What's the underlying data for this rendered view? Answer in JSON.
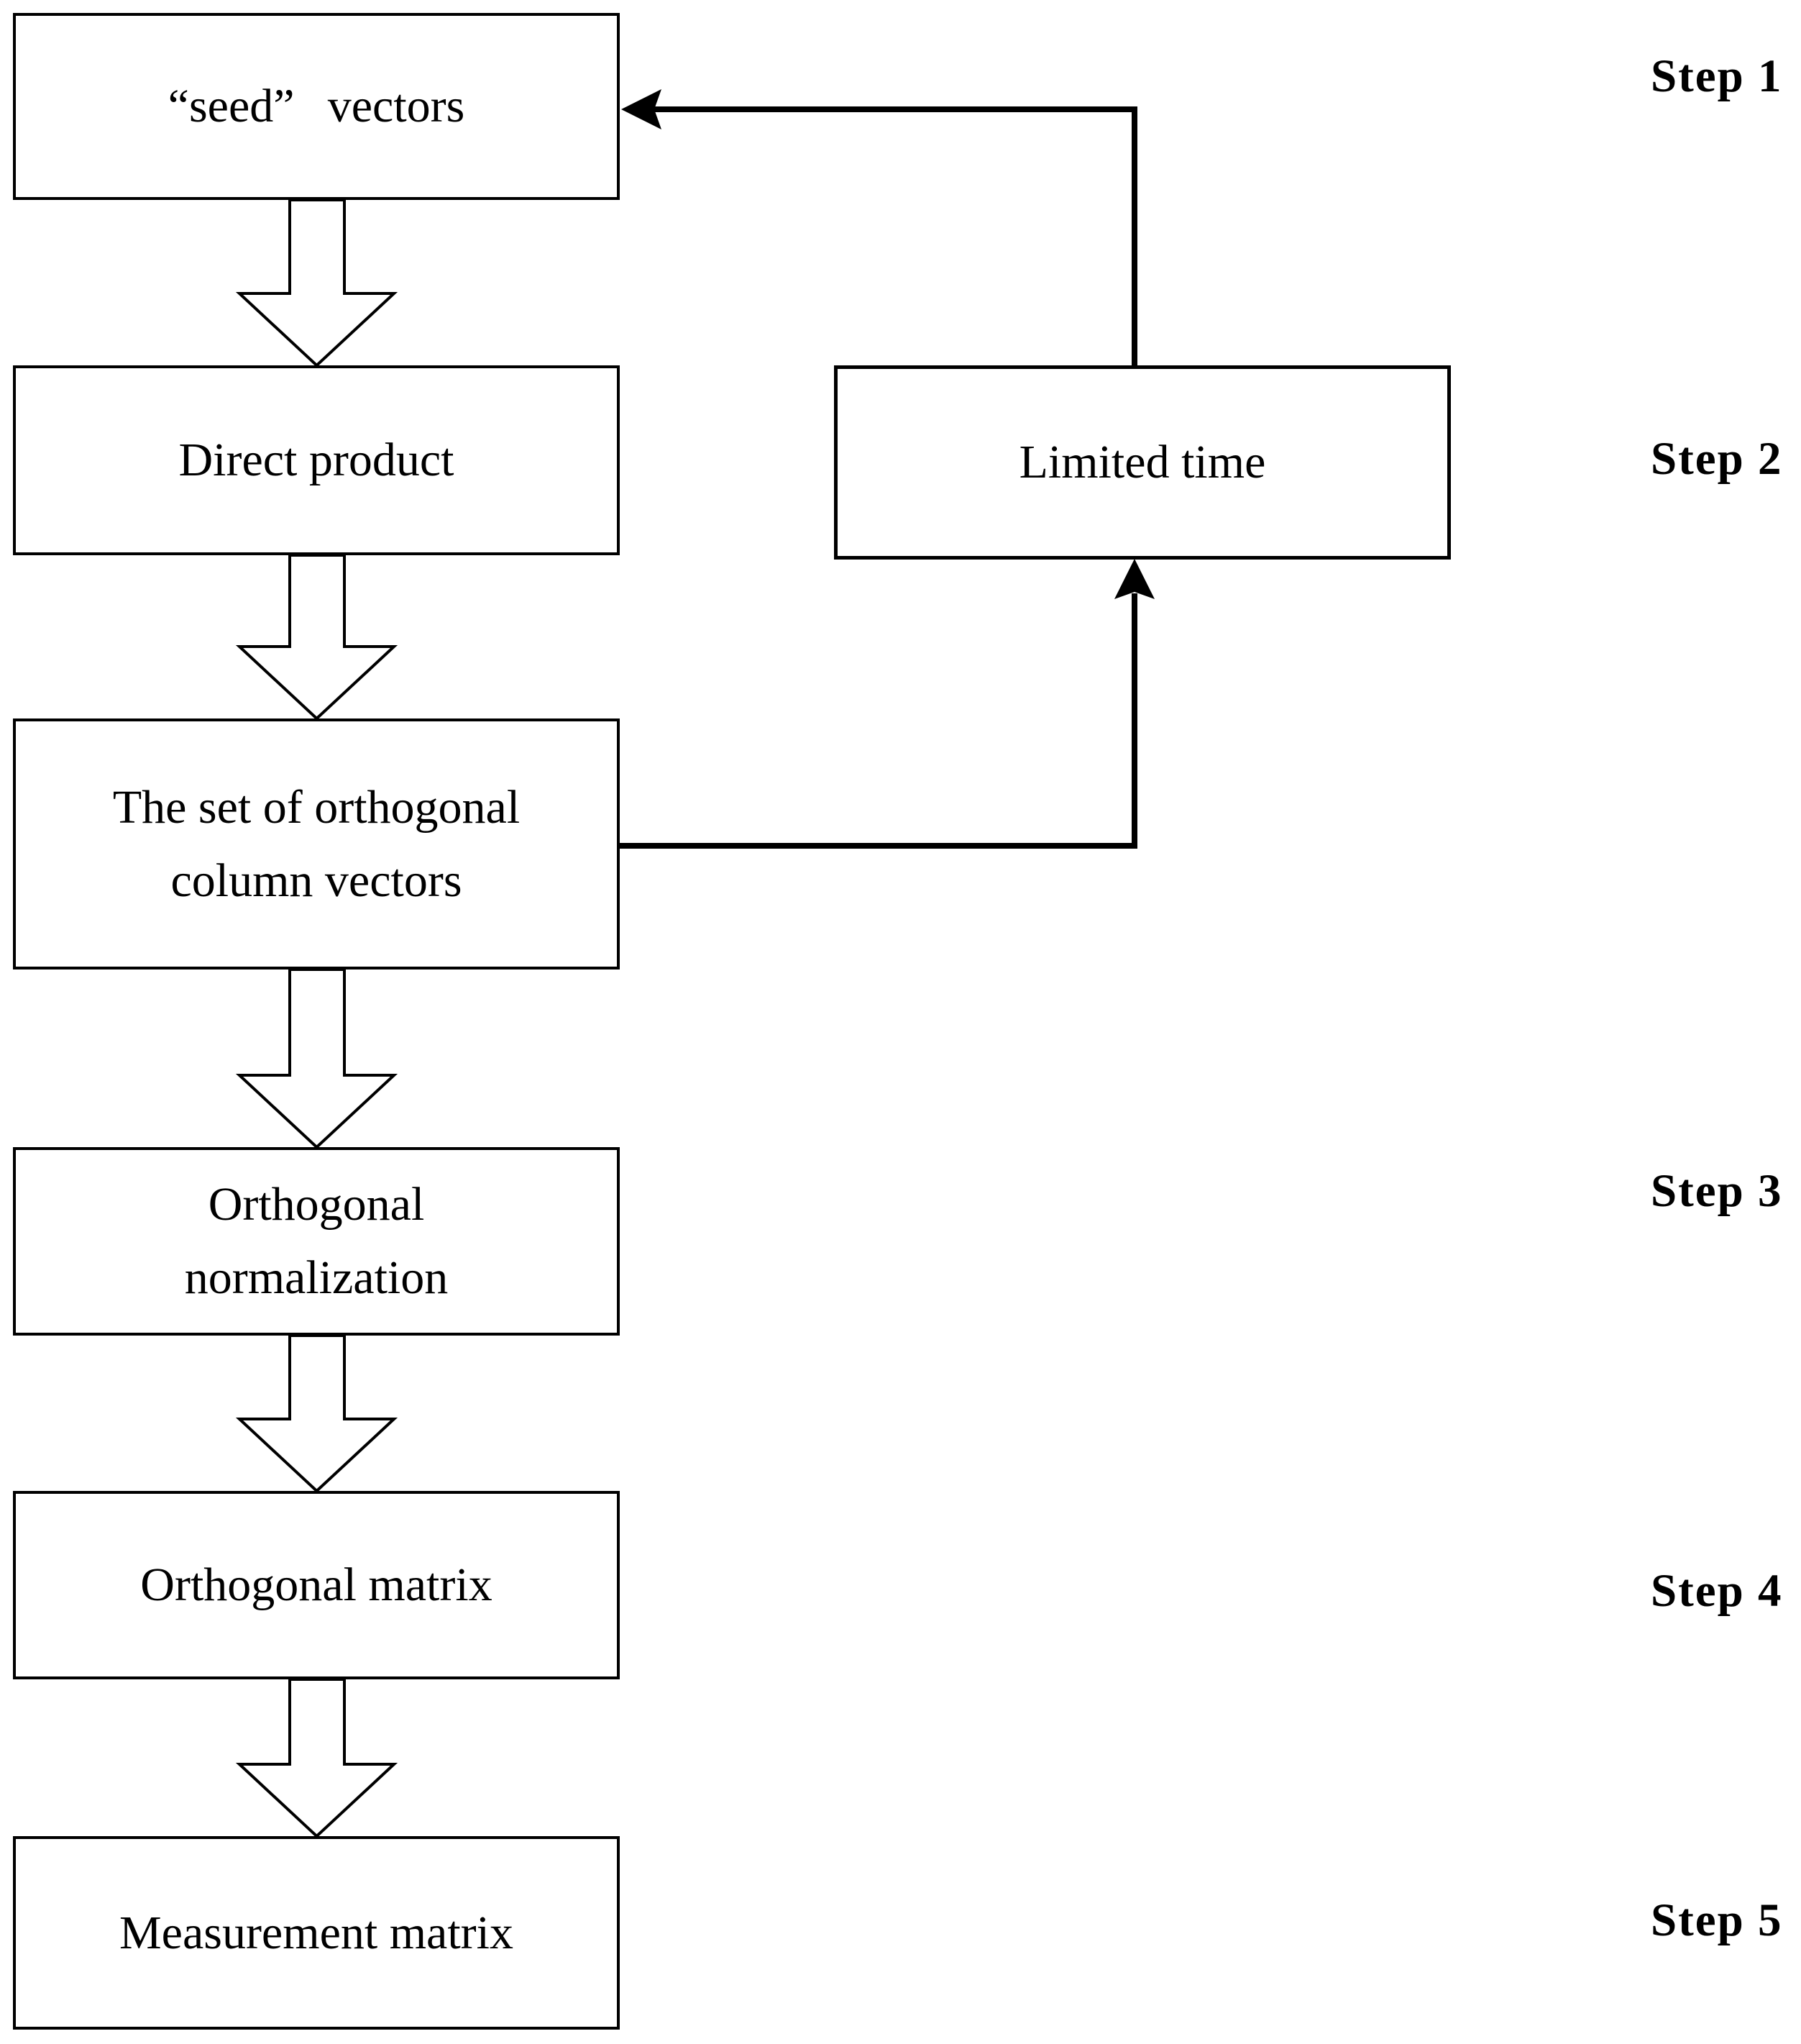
{
  "figure": {
    "type": "flowchart",
    "description_visible_only": "five-step flowchart with feedback loop"
  },
  "colors": {
    "ink": "#000000",
    "paper": "#ffffff"
  },
  "flow_boxes": [
    {
      "name": "seed-vectors",
      "lines": [
        "“seed” vectors"
      ]
    },
    {
      "name": "direct-product",
      "lines": [
        "Direct product"
      ]
    },
    {
      "name": "orthogonal-column-vectors",
      "lines": [
        "The set of orthogonal",
        "column vectors"
      ]
    },
    {
      "name": "orthogonal-normalization",
      "lines": [
        "Orthogonal",
        "normalization"
      ]
    },
    {
      "name": "orthogonal-matrix",
      "lines": [
        "Orthogonal matrix"
      ]
    },
    {
      "name": "measurement-matrix",
      "lines": [
        "Measurement matrix"
      ]
    }
  ],
  "side_box": {
    "name": "limited-time",
    "label": "Limited time"
  },
  "step_labels": [
    "Step 1",
    "Step 2",
    "Step 3",
    "Step 4",
    "Step 5"
  ],
  "icons": {
    "down_flow_arrow": "hollow-block-arrow-down",
    "feedback_into_seed": "solid-arrowhead-left",
    "feedback_into_limited_time": "solid-arrowhead-up"
  }
}
